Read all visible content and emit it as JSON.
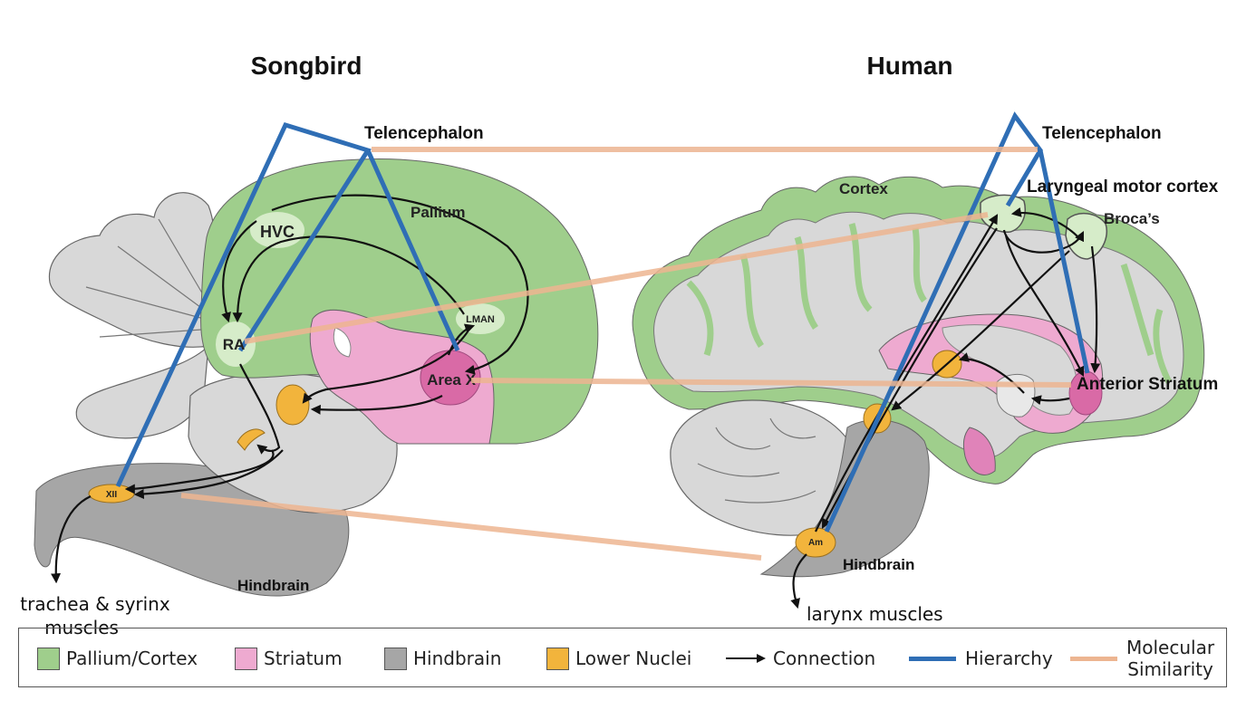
{
  "panels": {
    "left_title": "Songbird",
    "right_title": "Human"
  },
  "songbird": {
    "telencephalon": "Telencephalon",
    "pallium": "Pallium",
    "hvc": "HVC",
    "ra": "RA",
    "lman": "LMAN",
    "area_x": "Area X",
    "xii": "XII",
    "hindbrain": "Hindbrain",
    "output_line1": "trachea & syrinx",
    "output_line2": "muscles"
  },
  "human": {
    "telencephalon": "Telencephalon",
    "cortex": "Cortex",
    "laryngeal_motor_cortex": "Laryngeal motor cortex",
    "brocas": "Broca’s",
    "anterior_striatum": "Anterior Striatum",
    "am": "Am",
    "hindbrain": "Hindbrain",
    "output": "larynx muscles"
  },
  "legend": {
    "pallium_cortex": "Pallium/Cortex",
    "striatum": "Striatum",
    "hindbrain": "Hindbrain",
    "lower_nuclei": "Lower Nuclei",
    "connection": "Connection",
    "hierarchy": "Hierarchy",
    "molecular_line1": "Molecular",
    "molecular_line2": "Similarity"
  },
  "colors": {
    "pallium_cortex": "#9fce8c",
    "striatum": "#eeaad0",
    "striatum_core": "#d96aa6",
    "hindbrain": "#a6a6a6",
    "cerebellum": "#d8d8d8",
    "lower_nuclei": "#f2b43c",
    "hierarchy": "#2f6eb5",
    "molecular_similarity": "#edb591",
    "connection": "#111111"
  }
}
